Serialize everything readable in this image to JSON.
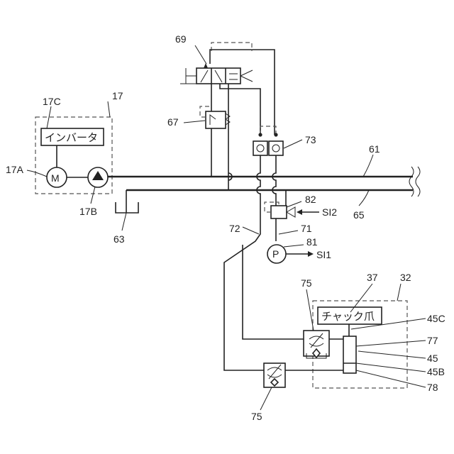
{
  "labels": {
    "l17": "17",
    "l17c": "17C",
    "l17a": "17A",
    "l17b": "17B",
    "inverter": "インバータ",
    "motor": "M",
    "l69": "69",
    "l67": "67",
    "l73": "73",
    "l61": "61",
    "l65": "65",
    "l63": "63",
    "l82": "82",
    "si2": "SI2",
    "l72": "72",
    "l71": "71",
    "l81": "81",
    "pressure": "P",
    "si1": "SI1",
    "l37": "37",
    "l32": "32",
    "chuck": "チャック爪",
    "l75a": "75",
    "l45c": "45C",
    "l77": "77",
    "l45": "45",
    "l45b": "45B",
    "l78": "78",
    "l75b": "75"
  }
}
